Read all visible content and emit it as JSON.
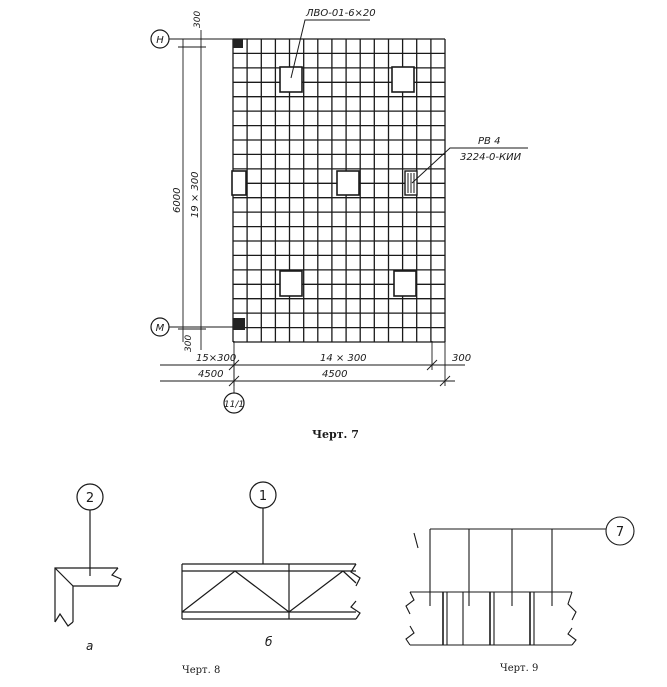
{
  "fig7": {
    "axis_top": "Н",
    "axis_bottom": "М",
    "axis_bottom_center": "11/1",
    "top_label": "ЛВО-01-6×20",
    "right_label_main": "РВ 4",
    "right_label_sub": "3224-0-КИИ",
    "dim_top_300": "300",
    "dim_bottom_300": "300",
    "dim_6000": "6000",
    "dim_19x300": "19 × 300",
    "dim_15x300": "15×300",
    "dim_14x300": "14 × 300",
    "dim_right_300": "300",
    "dim_4500_left": "4500",
    "dim_4500_right": "4500",
    "caption": "Черт. 7"
  },
  "fig8": {
    "callout_a": "2",
    "callout_b": "1",
    "sub_a": "а",
    "sub_b": "б",
    "caption": "Черт. 8"
  },
  "fig9": {
    "callout": "7",
    "caption": "Черт. 9"
  }
}
